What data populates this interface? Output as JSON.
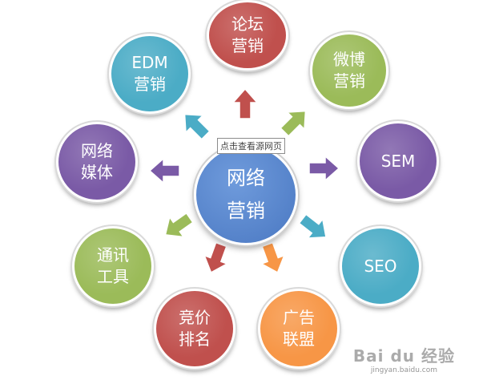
{
  "center": {
    "label": "网络\n营销",
    "color": "#4a78c2"
  },
  "nodes": [
    {
      "id": "luntan",
      "label": "论坛\n营销",
      "color": "#c0504d"
    },
    {
      "id": "weibo",
      "label": "微博\n营销",
      "color": "#9bbb59"
    },
    {
      "id": "sem",
      "label": "SEM",
      "color": "#7a5aa6"
    },
    {
      "id": "seo",
      "label": "SEO",
      "color": "#4bacc6"
    },
    {
      "id": "guanggao",
      "label": "广告\n联盟",
      "color": "#f79646"
    },
    {
      "id": "jingjia",
      "label": "竞价\n排名",
      "color": "#c0504d"
    },
    {
      "id": "tongxun",
      "label": "通讯\n工具",
      "color": "#9bbb59"
    },
    {
      "id": "meiti",
      "label": "网络\n媒体",
      "color": "#7a5aa6"
    },
    {
      "id": "edm",
      "label": "EDM\n营销",
      "color": "#4bacc6"
    }
  ],
  "arrow_colors": {
    "luntan": "#c0504d",
    "weibo": "#9bbb59",
    "sem": "#7a5aa6",
    "seo": "#4bacc6",
    "guanggao": "#f79646",
    "jingjia": "#c0504d",
    "tongxun": "#9bbb59",
    "meiti": "#7a5aa6",
    "edm": "#4bacc6"
  },
  "tooltip": {
    "text": "点击查看源网页"
  },
  "watermark": {
    "brand": "Bai du 经验",
    "url": "jingyan.baidu.com"
  }
}
